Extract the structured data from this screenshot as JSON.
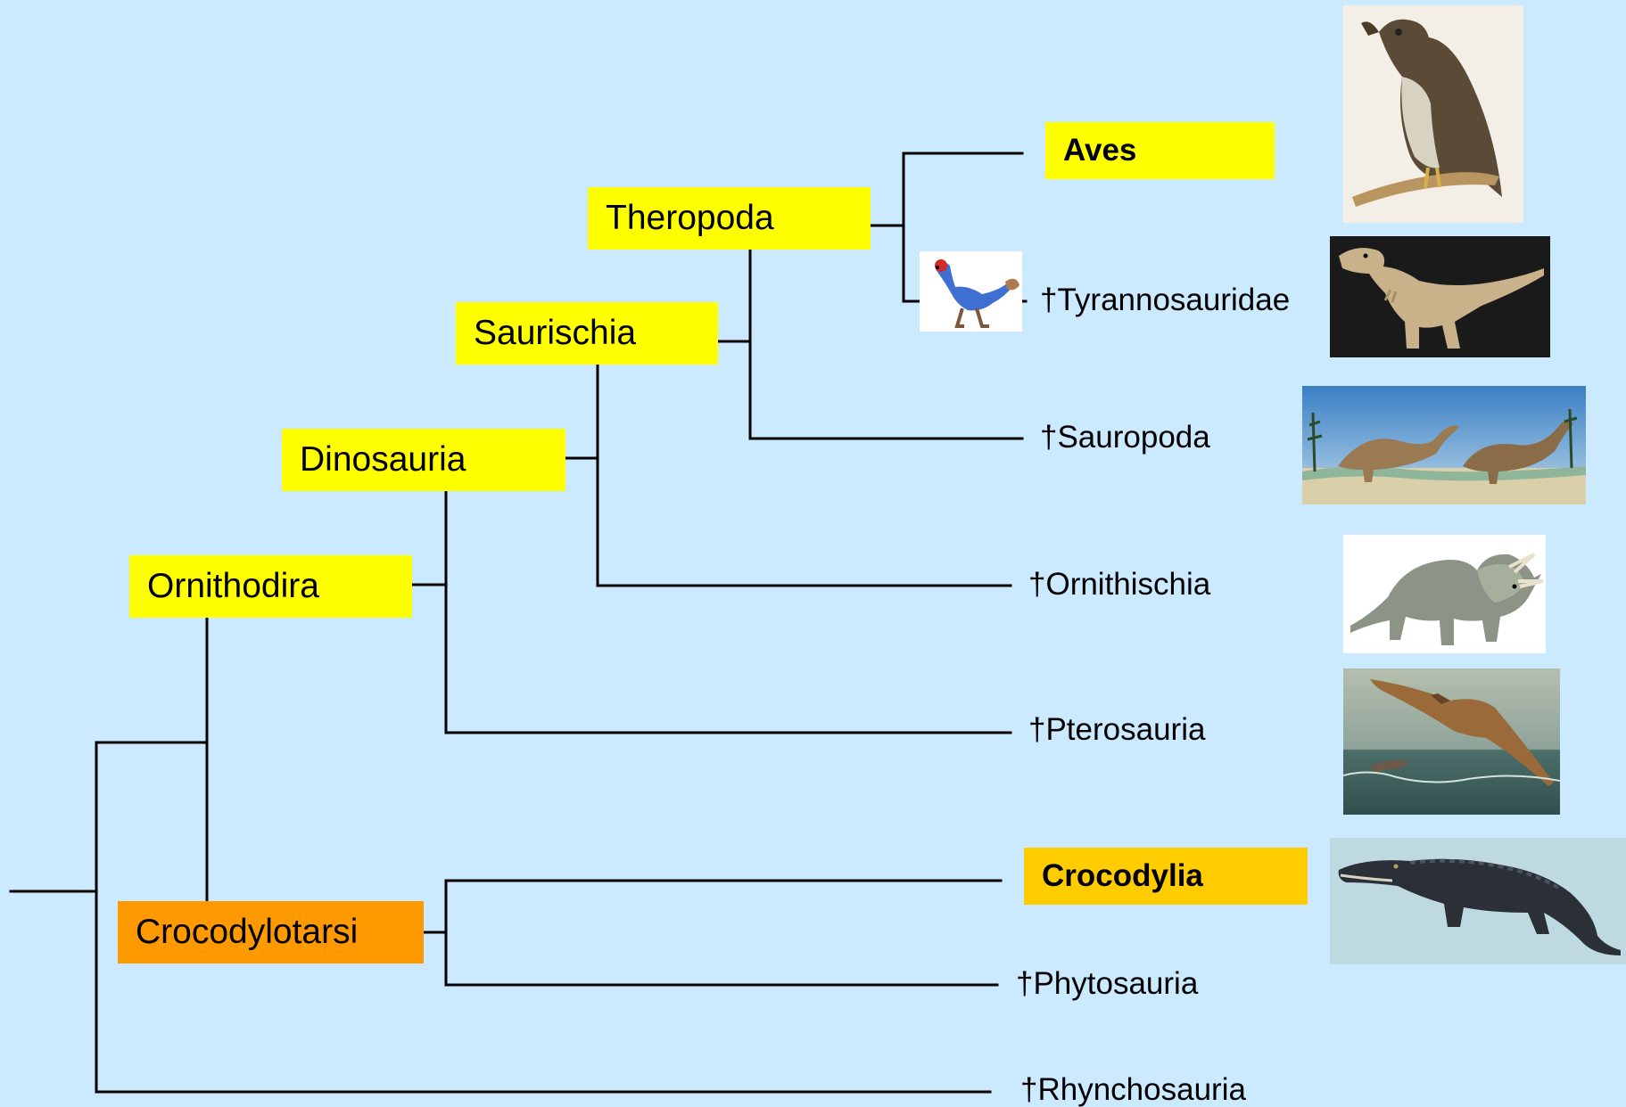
{
  "clades": {
    "theropoda": "Theropoda",
    "saurischia": "Saurischia",
    "dinosauria": "Dinosauria",
    "ornithodira": "Ornithodira",
    "crocodylotarsi": "Crocodylotarsi"
  },
  "taxa": {
    "aves": "Aves",
    "tyrannosauridae": "†Tyrannosauridae",
    "sauropoda": "†Sauropoda",
    "ornithischia": "†Ornithischia",
    "pterosauria": "†Pterosauria",
    "crocodylia": "Crocodylia",
    "phytosauria": "†Phytosauria",
    "rhynchosauria": "†Rhynchosauria"
  },
  "colors": {
    "background": "#cceaff",
    "clade_highlight": "#ffff00",
    "crocodylotarsi_highlight": "#ff9900",
    "crocodylia_highlight": "#ffcc00"
  },
  "images": [
    "hawk-illustration",
    "feathered-dinosaur-illustration",
    "tyrannosaurus-illustration",
    "sauropod-scene-illustration",
    "triceratops-illustration",
    "pterosaur-illustration",
    "crocodile-illustration"
  ]
}
